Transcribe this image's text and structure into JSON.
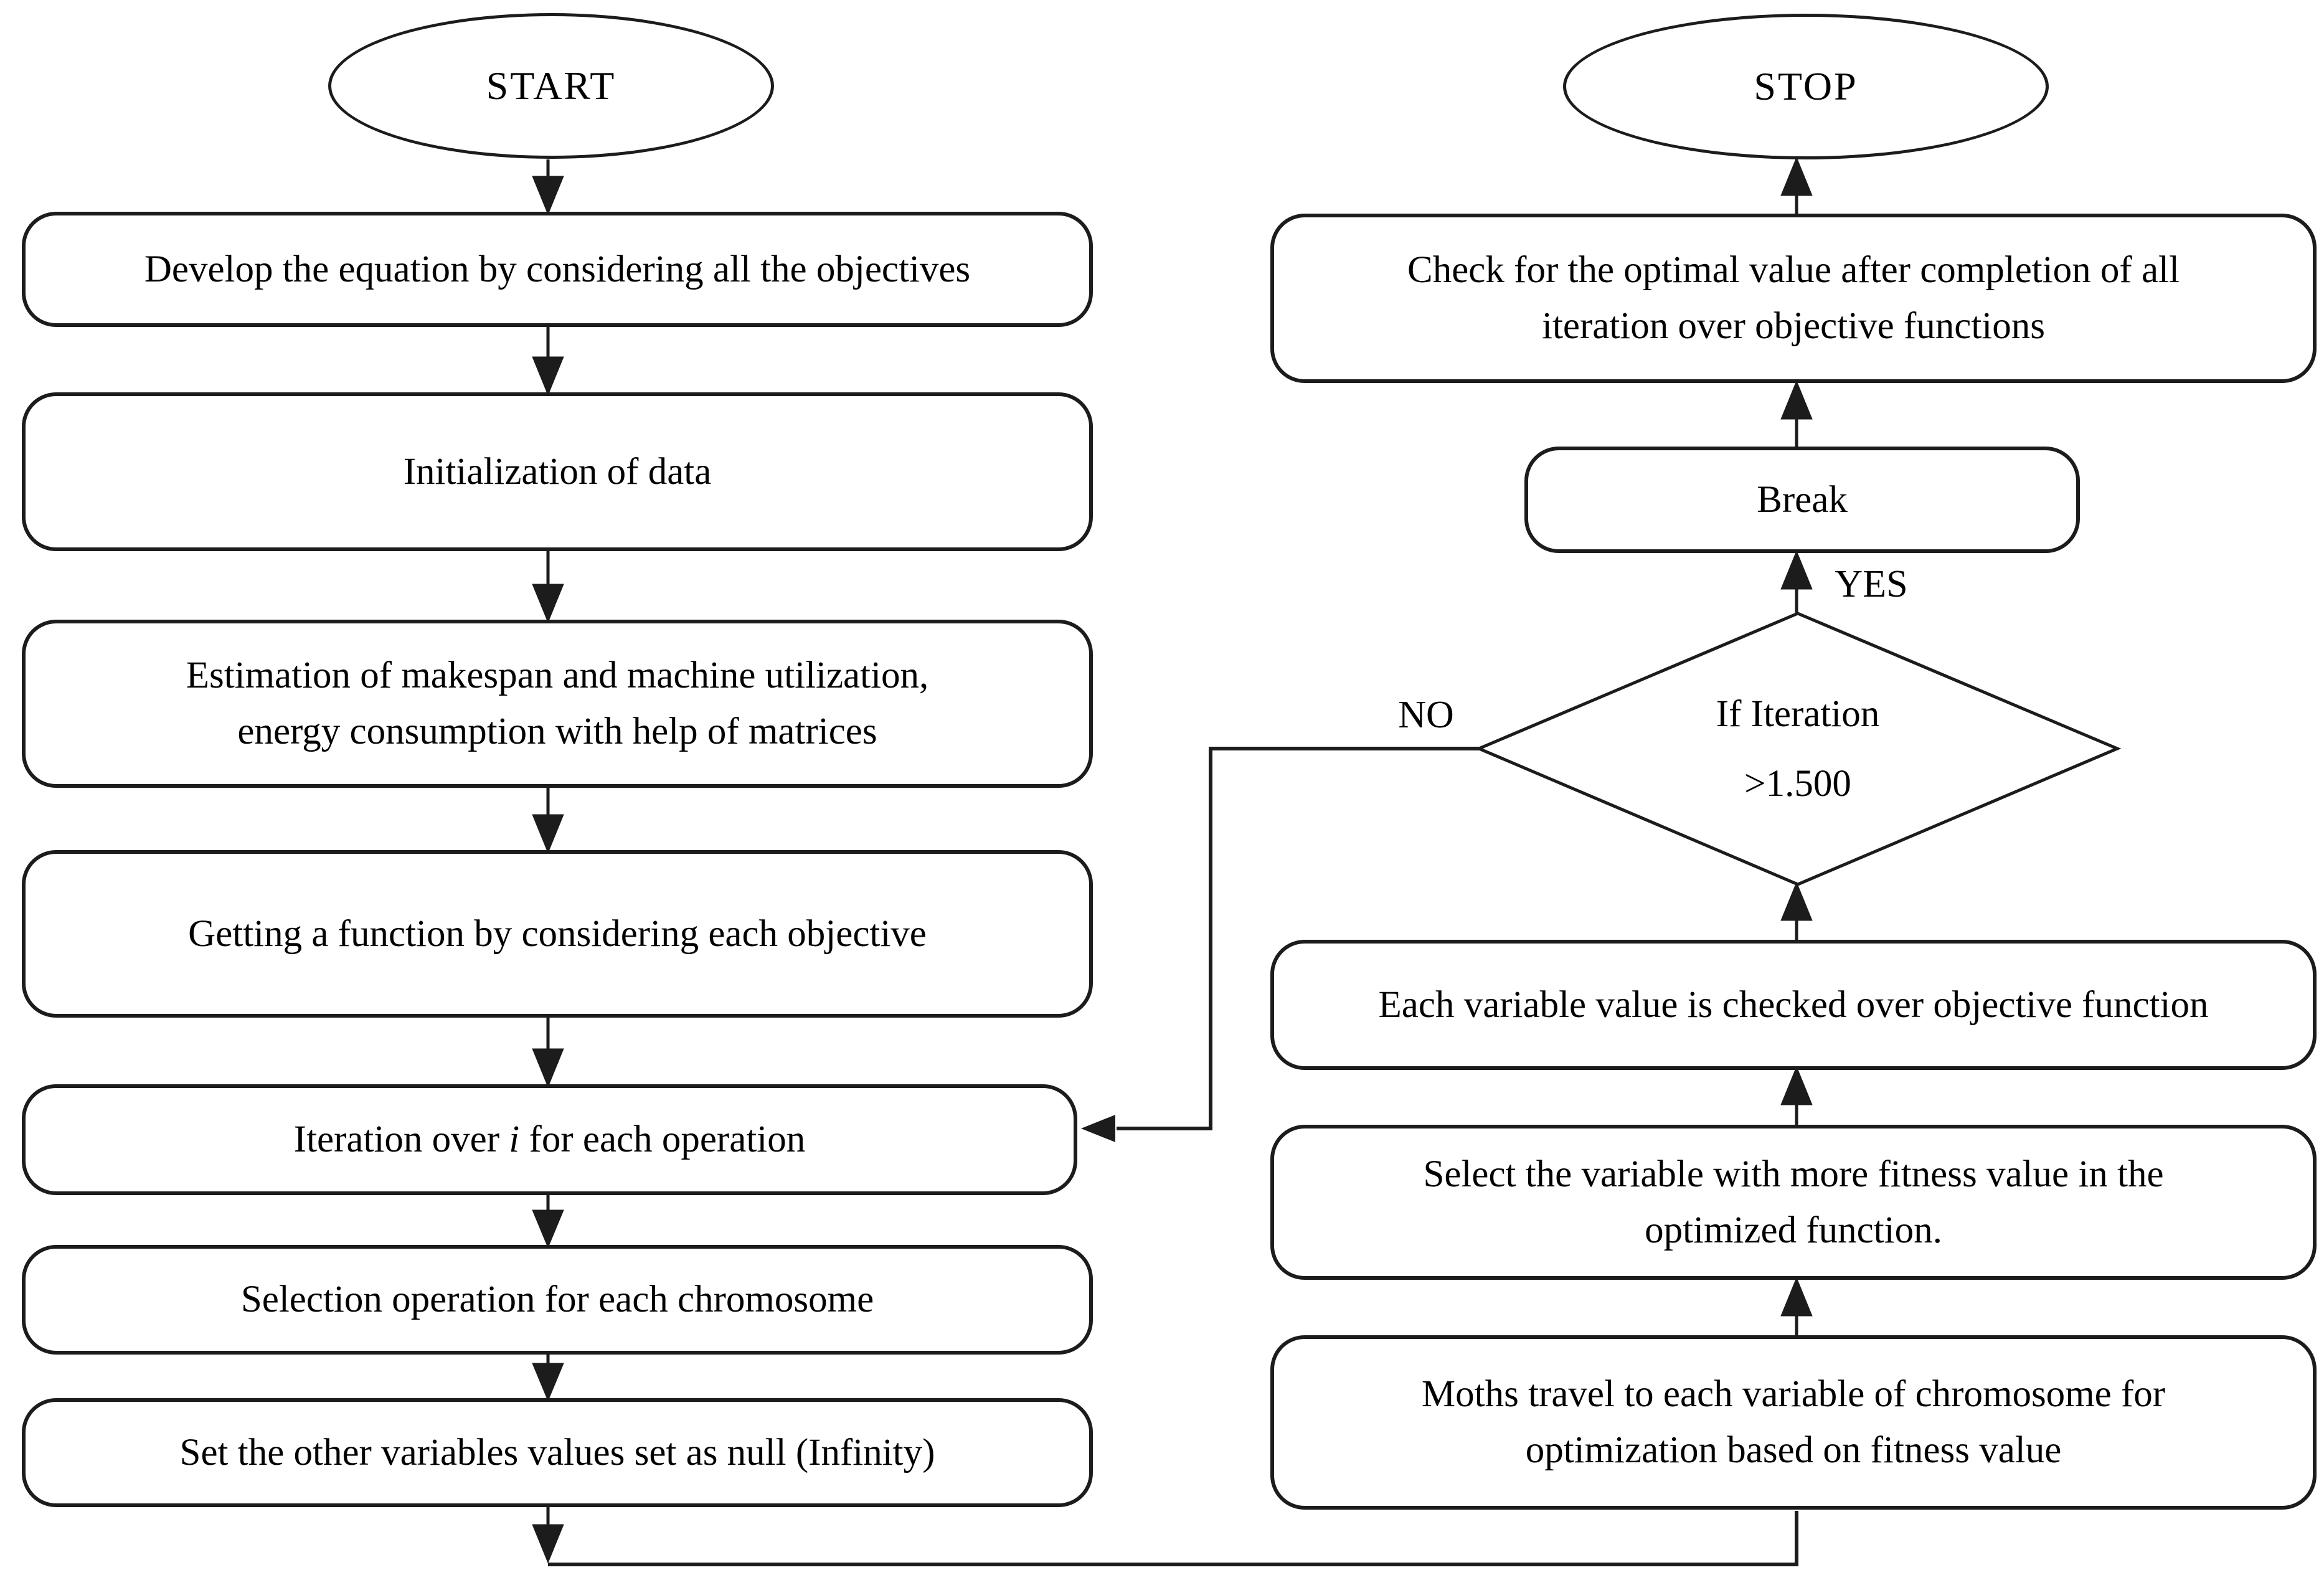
{
  "palette": {
    "stroke": "#1c1c1c",
    "canvas": "#ffffff",
    "text": "#000000"
  },
  "nodes": {
    "start": {
      "label": "START"
    },
    "develop": {
      "label": "Develop the equation by considering all the objectives"
    },
    "init": {
      "label": "Initialization of data"
    },
    "estimation": {
      "line1": "Estimation of makespan and machine utilization,",
      "line2": "energy consumption with help of matrices"
    },
    "getting": {
      "label": "Getting a function by considering each objective"
    },
    "iteration": {
      "pre": "Iteration over ",
      "var": "i",
      "post": " for each operation"
    },
    "selection": {
      "label": "Selection operation for each chromosome"
    },
    "setnull": {
      "label": "Set the other variables values set as null (Infinity)"
    },
    "moths": {
      "line1": "Moths travel to each variable of chromosome for",
      "line2": "optimization based on fitness value"
    },
    "select_variable": {
      "line1": "Select the variable with more fitness value in the",
      "line2": "optimized function."
    },
    "each_variable": {
      "label": "Each variable value is checked over objective function"
    },
    "decision": {
      "line1": "If Iteration",
      "line2": ">1.500"
    },
    "break": {
      "label": "Break"
    },
    "check": {
      "line1": "Check for the optimal value after completion of all",
      "line2": "iteration over objective functions"
    },
    "stop": {
      "label": "STOP"
    }
  },
  "labels": {
    "yes": "YES",
    "no": "NO"
  }
}
